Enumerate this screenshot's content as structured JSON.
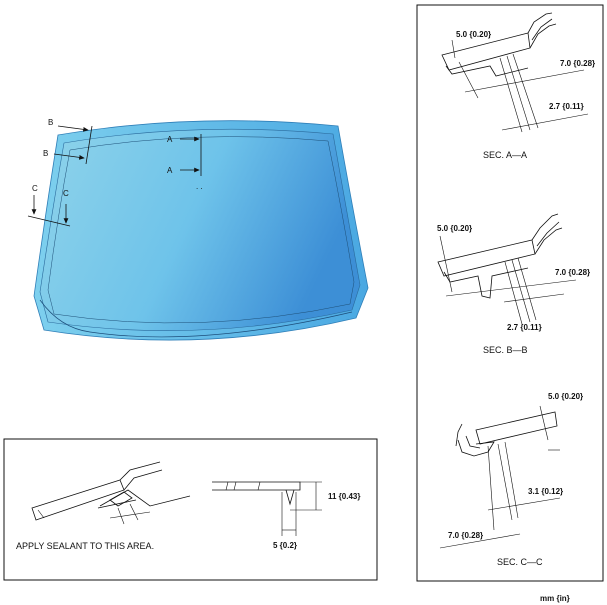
{
  "windshield": {
    "markers": [
      "A",
      "A",
      "B",
      "B",
      "C",
      "C"
    ],
    "colors": {
      "glass_light": "#8fd3ea",
      "glass_dark": "#3d8fd6",
      "frame": "#5ab8e3"
    }
  },
  "sections": {
    "a": {
      "caption": "SEC. A—A",
      "dims": [
        "5.0 {0.20}",
        "7.0 {0.28}",
        "2.7 {0.11}"
      ]
    },
    "b": {
      "caption": "SEC. B—B",
      "dims": [
        "5.0 {0.20}",
        "7.0 {0.28}",
        "2.7 {0.11}"
      ]
    },
    "c": {
      "caption": "SEC. C—C",
      "dims": [
        "5.0 {0.20}",
        "3.1 {0.12}",
        "7.0 {0.28}"
      ]
    }
  },
  "sealant": {
    "note": "APPLY SEALANT TO THIS AREA.",
    "dims": [
      "11 {0.43}",
      "5 {0.2}"
    ]
  },
  "units": "mm {in}"
}
